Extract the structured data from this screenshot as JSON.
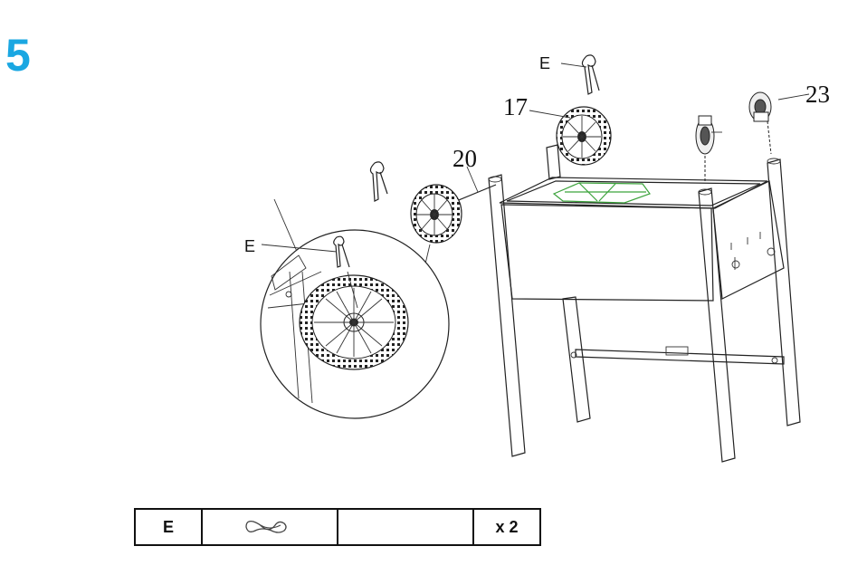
{
  "step": {
    "number": "5"
  },
  "callouts": {
    "part_20": "20",
    "part_17": "17",
    "part_23": "23",
    "hardware_top": "E",
    "hardware_detail": "E"
  },
  "parts_table": {
    "letter": "E",
    "icon": "hitch-pin-clip-icon",
    "description": "",
    "quantity": "x 2"
  },
  "colors": {
    "step_number": "#1aa7e2",
    "bracket": "#3ca33c"
  }
}
